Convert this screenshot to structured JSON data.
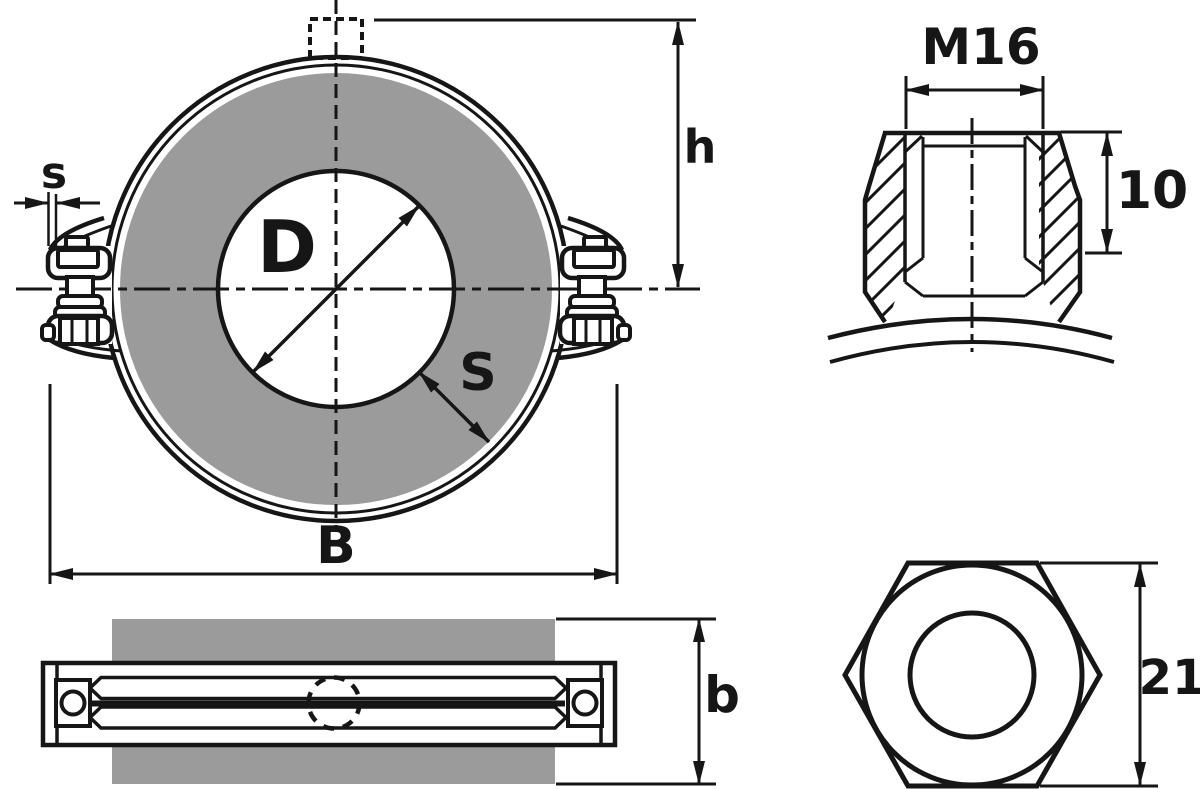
{
  "colors": {
    "insulation_gray": "#9b9b9b",
    "line": "#161616",
    "background": "#ffffff"
  },
  "front_view": {
    "bore_label": "D",
    "insulation_label": "S",
    "band_thickness_label": "s",
    "height_label": "h",
    "width_label": "B"
  },
  "side_view": {
    "width_label": "b"
  },
  "boss_detail": {
    "thread_label": "M16",
    "height_label": "10"
  },
  "nut_detail": {
    "size_label": "21"
  }
}
